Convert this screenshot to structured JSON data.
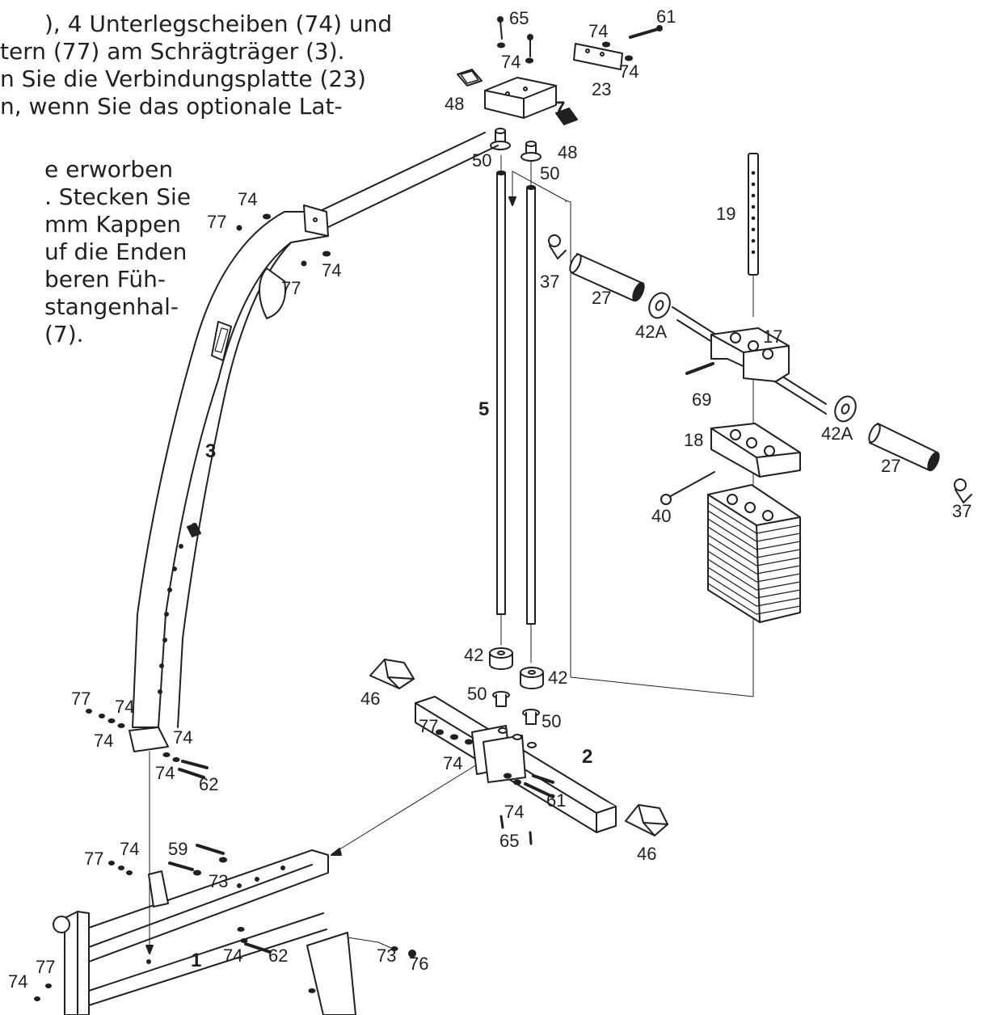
{
  "instructions": {
    "lines": [
      "), 4 Unterlegscheiben (74) und",
      "tern (77) am Schrägträger (3).",
      "n Sie die Verbindungsplatte (23)",
      "n, wenn Sie das optionale Lat-",
      "e      erworben",
      ". Stecken Sie",
      "mm    Kappen",
      "uf die Enden",
      "beren    Füh-",
      "stangenhal-",
      "(7)."
    ]
  },
  "diagram": {
    "labels": {
      "l65a": "65",
      "l74a": "74",
      "l74b": "74",
      "l61a": "61",
      "l74c": "74",
      "l48a": "48",
      "l23": "23",
      "l7": "7",
      "l48b": "48",
      "l50a": "50",
      "l50b": "50",
      "l74d": "74",
      "l77a": "77",
      "l74e": "74",
      "l77b": "77",
      "l19": "19",
      "l37a": "37",
      "l27a": "27",
      "l42Aa": "42A",
      "l17": "17",
      "l69": "69",
      "l5": "5",
      "l42Ab": "42A",
      "l18": "18",
      "l27b": "27",
      "l40": "40",
      "l37b": "37",
      "l3": "3",
      "l42a": "42",
      "l42b": "42",
      "l46a": "46",
      "l50c": "50",
      "l50d": "50",
      "l77c": "77",
      "l74f": "74",
      "l74g": "74",
      "l74h": "74",
      "l74i": "74",
      "l62a": "62",
      "l77d": "77",
      "l74j": "74",
      "l2": "2",
      "l61b": "61",
      "l74k": "74",
      "l65b": "65",
      "l46b": "46",
      "l77e": "77",
      "l74l": "74",
      "l59": "59",
      "l73a": "73",
      "l1": "1",
      "l74m": "74",
      "l62b": "62",
      "l73b": "73",
      "l76": "76",
      "l74n": "74",
      "l77f": "77"
    }
  }
}
